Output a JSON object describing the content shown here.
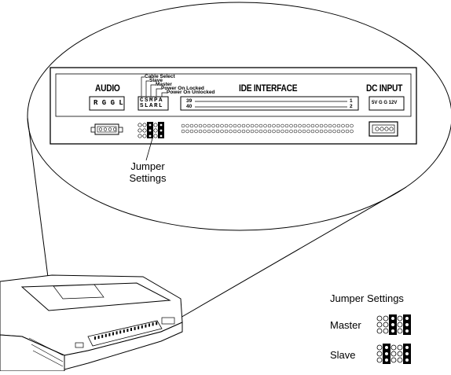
{
  "panel": {
    "audio_label": "AUDIO",
    "audio_pins": "R G G L",
    "ide_label": "IDE INTERFACE",
    "ide_pin_39": "39",
    "ide_pin_40": "40",
    "ide_pin_1": "1",
    "ide_pin_2": "2",
    "dc_label": "DC INPUT",
    "dc_pins": "5V G G 12V",
    "jumper_top_letters": "C S M P A",
    "jumper_bottom_letters": "S L A R L",
    "jumper_options": [
      "Cable Select",
      "Slave",
      "Master",
      "Power On Locked",
      "Power On Unlocked"
    ]
  },
  "callout": {
    "line1": "Jumper",
    "line2": "Settings"
  },
  "legend": {
    "title": "Jumper Settings",
    "master_label": "Master",
    "slave_label": "Slave"
  },
  "colors": {
    "ink": "#000000",
    "paper": "#ffffff",
    "shade": "#dcdcdc"
  }
}
